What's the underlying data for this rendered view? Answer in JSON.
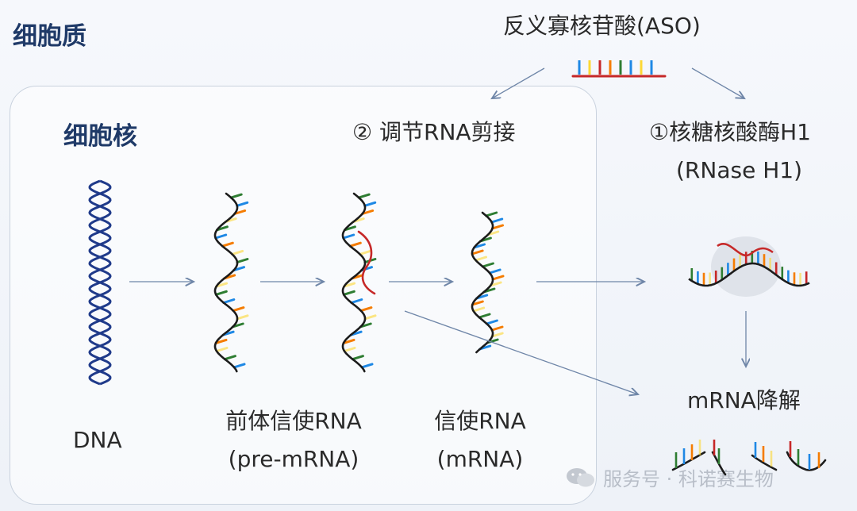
{
  "cytoplasm_title": "细胞质",
  "nucleus_title": "细胞核",
  "aso_label": "反义寡核苷酸(ASO)",
  "pathway_splicing": "② 调节RNA剪接",
  "pathway_rnase_line1": "①核糖核酸酶H1",
  "pathway_rnase_line2": "(RNase H1)",
  "dna_label": "DNA",
  "premrna_line1": "前体信使RNA",
  "premrna_line2": "(pre-mRNA)",
  "mrna_line1": "信使RNA",
  "mrna_line2": "(mRNA)",
  "degradation_label": "mRNA降解",
  "watermark_text": "服务号 · 科诺赛生物",
  "colors": {
    "title": "#1f3a68",
    "dna": "#1f3a8a",
    "strand": "#1c1c1c",
    "aso_backbone": "#c62828",
    "arrow": "#6f86a8",
    "base_colors": [
      "#2e7d32",
      "#1e88e5",
      "#f57c00",
      "#fdd835",
      "#c62828"
    ]
  },
  "icons": [
    "wechat-icon"
  ]
}
